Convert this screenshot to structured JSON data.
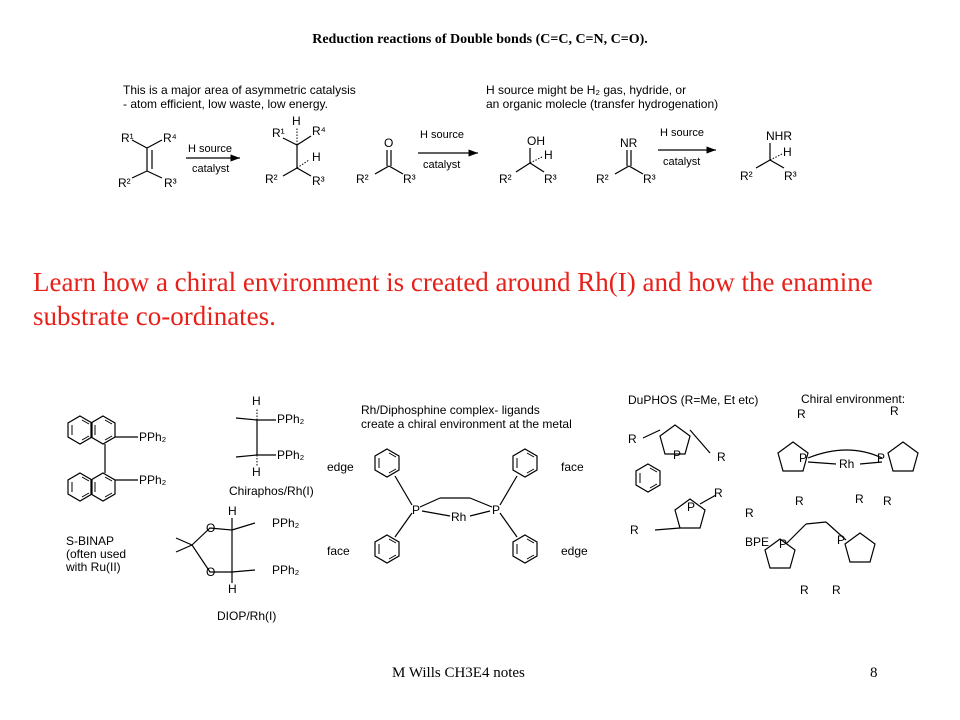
{
  "title": "Reduction reactions of Double bonds (C=C, C=N, C=O).",
  "notes": {
    "left_line1": "This is a major area of asymmetric catalysis",
    "left_line2": "- atom efficient, low waste, low energy.",
    "right_line1": "H source might be H₂ gas, hydride, or",
    "right_line2": "an organic molecle (transfer hydrogenation)"
  },
  "reactions": {
    "arrow_top": "H source",
    "arrow_bottom": "catalyst"
  },
  "atoms": {
    "R1": "R¹",
    "R2": "R²",
    "R3": "R³",
    "R4": "R⁴",
    "H": "H",
    "O": "O",
    "OH": "OH",
    "NR": "NR",
    "NHR": "NHR",
    "P": "P",
    "Rh": "Rh",
    "R": "R",
    "PPh2": "PPh₂"
  },
  "highlight": "Learn how a chiral environment  is created around Rh(I) and how the enamine  substrate  co-ordinates.",
  "ligands": {
    "binap_1": "S-BINAP",
    "binap_2": "(often used",
    "binap_3": "with Ru(II)",
    "chiraphos": "Chiraphos/Rh(I)",
    "diop": "DIOP/Rh(I)",
    "complex_1": "Rh/Diphosphine complex- ligands",
    "complex_2": "create a chiral environment at the metal",
    "edge": "edge",
    "face": "face",
    "duphos": "DuPHOS (R=Me, Et etc)",
    "chiral_env": "Chiral environment:",
    "bpe": "BPE"
  },
  "footer": {
    "author": "M Wills CH3E4 notes",
    "page": "8"
  }
}
